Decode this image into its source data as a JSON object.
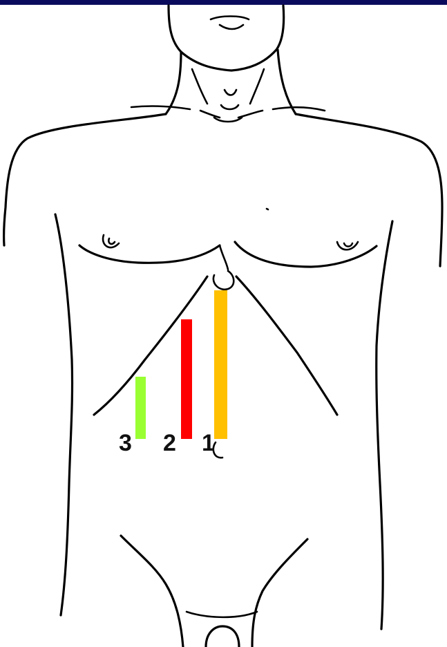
{
  "colors": {
    "top_bar": "#0b0b5e",
    "outline": "#000000",
    "marker_1": "#ffc000",
    "marker_2": "#ff0000",
    "marker_3": "#99ff33"
  },
  "markers": [
    {
      "number": "1",
      "color_key": "marker_1"
    },
    {
      "number": "2",
      "color_key": "marker_2"
    },
    {
      "number": "3",
      "color_key": "marker_3"
    }
  ]
}
